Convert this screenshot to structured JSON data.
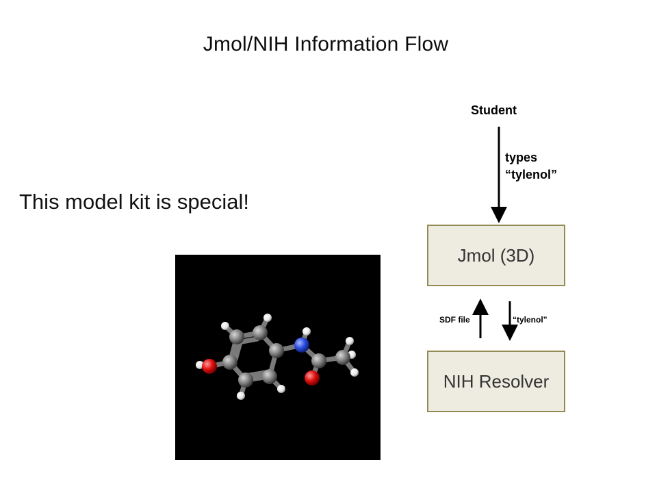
{
  "slide": {
    "title": "Jmol/NIH Information Flow",
    "subtitle": "This model kit is special!"
  },
  "flow": {
    "student_label": "Student",
    "types_line1": "types",
    "types_line2": "“tylenol”",
    "jmol_box": "Jmol (3D)",
    "nih_box": "NIH Resolver",
    "sdf_label": "SDF file",
    "query_label": "“tylenol”"
  },
  "colors": {
    "box_fill": "#eeece1",
    "box_border": "#948a54",
    "carbon": "#8a8a8a",
    "oxygen": "#e01010",
    "nitrogen": "#2c4fe0",
    "hydrogen": "#f2f2f2",
    "viewer_bg": "#000000"
  },
  "molecule_viewer": {
    "molecule": "acetaminophen ball-and-stick model"
  }
}
